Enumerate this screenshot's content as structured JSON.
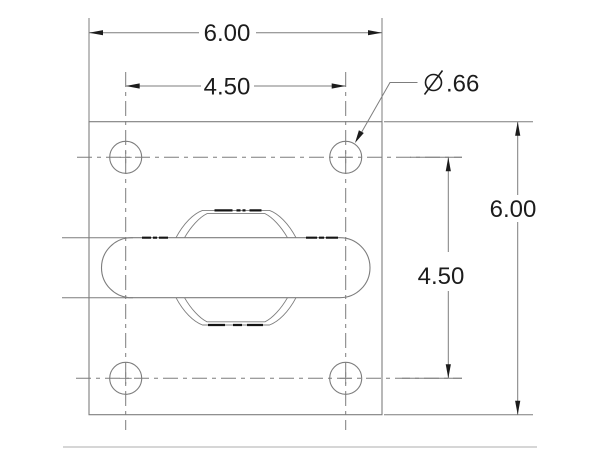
{
  "drawing": {
    "dimensions": {
      "overall_width": "6.00",
      "hole_spacing_width": "4.50",
      "overall_height": "6.00",
      "hole_spacing_height": "4.50",
      "hole_diameter": ".66"
    },
    "icons": {
      "diameter_symbol": "circle-with-diagonal-slash"
    },
    "colors": {
      "geometry_line": "#7d7d7d",
      "dimension_text": "#1c1c1c",
      "arrowhead": "#1c1c1c",
      "hidden_line": "#151515",
      "page_separator": "#c9c9c9",
      "background": "#ffffff"
    }
  }
}
